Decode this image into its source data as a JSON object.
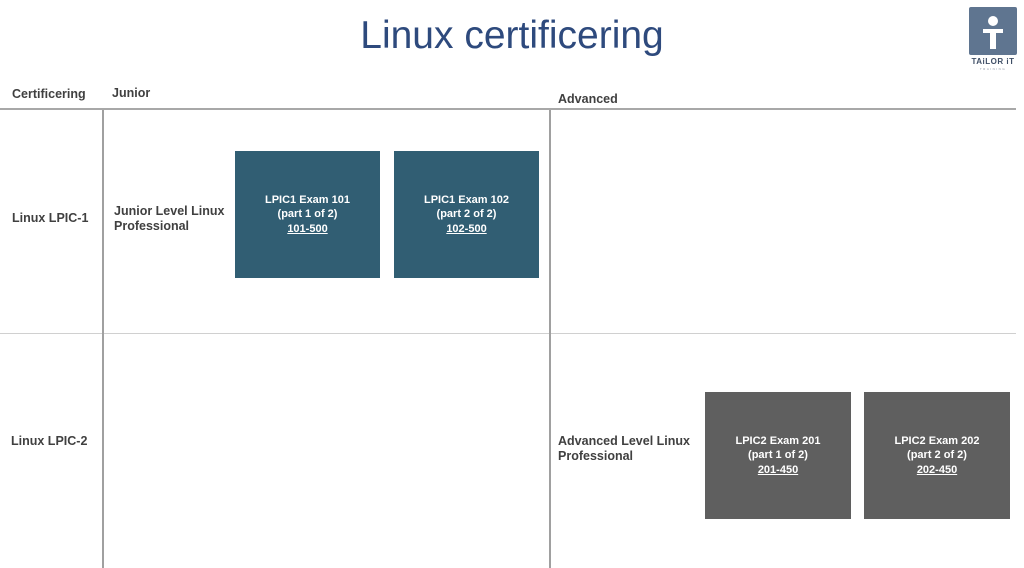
{
  "title": "Linux certificering",
  "logo": {
    "text": "TAiLOR iT",
    "subtext": "TRAINING",
    "icon": "person-i-icon",
    "color": "#5f7590"
  },
  "headers": {
    "certification": "Certificering",
    "junior": "Junior",
    "advanced": "Advanced"
  },
  "rows": [
    {
      "label": "Linux LPIC-1",
      "level": "Junior Level Linux Professional",
      "exams": [
        {
          "name": "LPIC1 Exam 101",
          "part": "(part 1 of 2)",
          "code": "101-500"
        },
        {
          "name": "LPIC1 Exam 102",
          "part": "(part 2 of 2)",
          "code": "102-500"
        }
      ]
    },
    {
      "label": "Linux LPIC-2",
      "level": "Advanced Level Linux Professional",
      "exams": [
        {
          "name": "LPIC2 Exam 201",
          "part": "(part 1 of 2)",
          "code": "201-450"
        },
        {
          "name": "LPIC2 Exam 202",
          "part": "(part 2 of 2)",
          "code": "202-450"
        }
      ]
    }
  ],
  "colors": {
    "title": "#2e4a7d",
    "lpic1_box": "#315e73",
    "lpic2_box": "#5f5f5f"
  }
}
